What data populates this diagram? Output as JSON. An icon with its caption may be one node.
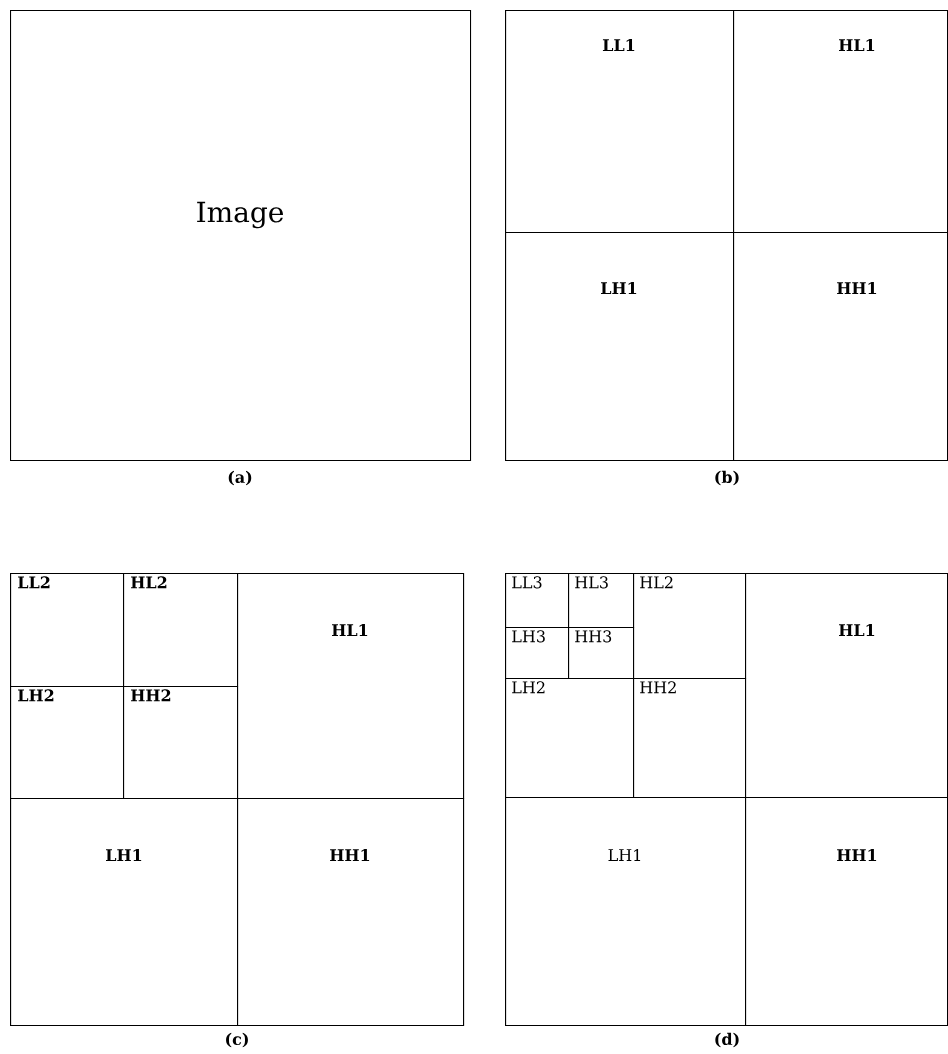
{
  "diagram": {
    "nodes": [
      {
        "text": [
          "Image"
        ],
        "beside": [
          "(a)"
        ]
      },
      {
        "text": [],
        "shape": "box",
        "beside": [
          "(b)"
        ]
      },
      {
        "text": [
          "LL1"
        ],
        "in": 1
      },
      {
        "text": [
          "HL1"
        ],
        "in": 1
      },
      {
        "text": [
          "LH1"
        ],
        "in": 1
      },
      {
        "text": [
          "HH1"
        ],
        "in": 1
      },
      {
        "text": [],
        "shape": "box",
        "beside": [
          "(c)"
        ]
      },
      {
        "text": [
          "LL2"
        ],
        "in": 6
      },
      {
        "text": [
          "HL2"
        ],
        "in": 6
      },
      {
        "text": [
          "LH2"
        ],
        "in": 6
      },
      {
        "text": [
          "HH2"
        ],
        "in": 6
      },
      {
        "text": [
          "HL1"
        ],
        "in": 6
      },
      {
        "text": [
          "LH1"
        ],
        "in": 6
      },
      {
        "text": [
          "HH1"
        ],
        "in": 6
      },
      {
        "text": [],
        "shape": "box",
        "beside": [
          "(d)"
        ]
      },
      {
        "text": [
          "LL3"
        ],
        "in": 14
      },
      {
        "text": [
          "HL3"
        ],
        "in": 14
      },
      {
        "text": [
          "HL2"
        ],
        "in": 14
      },
      {
        "text": [
          "HL1"
        ],
        "in": 14
      },
      {
        "text": [
          "LH3"
        ],
        "in": 14
      },
      {
        "text": [
          "HH3"
        ],
        "in": 14
      },
      {
        "text": [
          "LH2"
        ],
        "in": 14
      },
      {
        "text": [
          "HH2"
        ],
        "in": 14
      },
      {
        "text": [
          "LH1"
        ],
        "in": 14
      },
      {
        "text": [
          "HH1"
        ],
        "in": 14
      }
    ]
  }
}
